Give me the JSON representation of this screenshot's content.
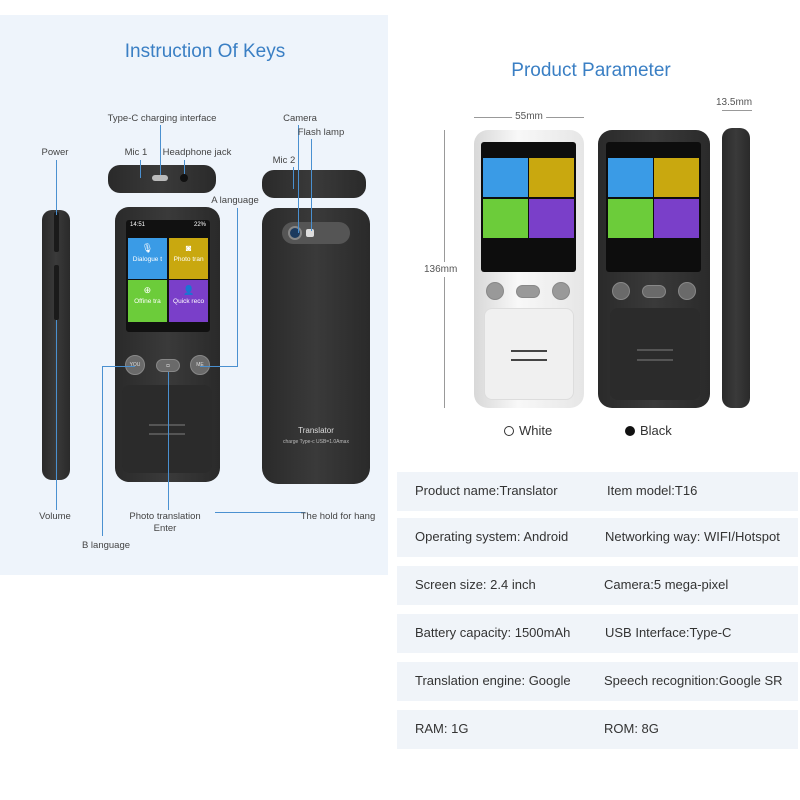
{
  "keys_panel": {
    "title": "Instruction Of Keys",
    "labels": {
      "type_c": "Type-C charging interface",
      "power": "Power",
      "mic1": "Mic 1",
      "headphone": "Headphone jack",
      "camera": "Camera",
      "flash": "Flash lamp",
      "mic2": "Mic 2",
      "a_language": "A language",
      "volume": "Volume",
      "photo_translation": "Photo translation",
      "enter": "Enter",
      "b_language": "B language",
      "hold": "The hold for hang"
    },
    "device": {
      "time": "14:51",
      "battery": "22%",
      "tiles": [
        "Dialogue t",
        "Photo tran",
        "Offine tra",
        "Quick reco"
      ],
      "buttons": [
        "YOU",
        "ME"
      ],
      "back_text": "Translator",
      "back_small": "charge Type-c USB=1.0Amax"
    }
  },
  "parameter_panel": {
    "title": "Product Parameter",
    "dims": {
      "width": "55mm",
      "depth": "13.5mm",
      "height": "136mm"
    },
    "colors": [
      {
        "name": "White",
        "swatch": "#ffffff"
      },
      {
        "name": "Black",
        "swatch": "#111111"
      }
    ],
    "specs": [
      [
        "Product name:Translator",
        "Item model:T16"
      ],
      [
        "Operating system: Android",
        "Networking way: WIFI/Hotspot"
      ],
      [
        "Screen size:  2.4 inch",
        "Camera:5 mega-pixel"
      ],
      [
        "Battery capacity:  1500mAh",
        "USB Interface:Type-C"
      ],
      [
        "Translation engine: Google",
        "Speech recognition:Google SR"
      ],
      [
        "RAM: 1G",
        "ROM: 8G"
      ]
    ]
  },
  "accent": "#3a7fc4"
}
